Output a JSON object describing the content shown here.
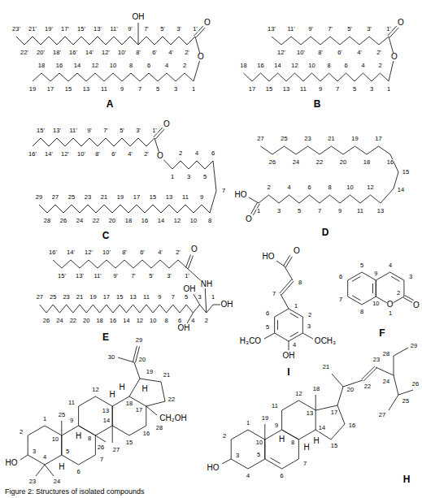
{
  "diagram": {
    "caption": "Figure 2: Structures of isolated compounds",
    "labels": [
      "1'",
      "2'",
      "3'",
      "4'",
      "5'",
      "6'",
      "7'",
      "8'",
      "9'",
      "10'",
      "11'",
      "12'",
      "13'",
      "14'",
      "15'",
      "16'",
      "17'",
      "18'",
      "19'",
      "20'",
      "21'",
      "22'",
      "23'",
      "1",
      "2",
      "3",
      "4",
      "5",
      "6",
      "7",
      "8",
      "9",
      "10",
      "11",
      "12",
      "13",
      "14",
      "15",
      "16",
      "17",
      "18",
      "19",
      "O",
      "O",
      "OH",
      "A",
      "1'",
      "2'",
      "3'",
      "4'",
      "5'",
      "6'",
      "7'",
      "8'",
      "9'",
      "10'",
      "11'",
      "12'",
      "13'",
      "1",
      "2",
      "3",
      "4",
      "5",
      "6",
      "7",
      "8",
      "9",
      "10",
      "11",
      "12",
      "13",
      "14",
      "15",
      "16",
      "17",
      "18",
      "O",
      "O",
      "B",
      "1'",
      "2'",
      "3'",
      "4'",
      "5'",
      "6'",
      "7'",
      "8'",
      "9'",
      "10'",
      "11'",
      "12'",
      "13'",
      "14'",
      "15'",
      "16'",
      "1",
      "2",
      "3",
      "4",
      "5",
      "6",
      "7",
      "8",
      "9",
      "10",
      "11",
      "12",
      "13",
      "14",
      "15",
      "16",
      "17",
      "18",
      "19",
      "20",
      "21",
      "22",
      "23",
      "24",
      "25",
      "26",
      "27",
      "28",
      "29",
      "O",
      "O",
      "C",
      "1",
      "2",
      "3",
      "4",
      "5",
      "6",
      "7",
      "8",
      "9",
      "10",
      "11",
      "12",
      "13",
      "14",
      "15",
      "16",
      "17",
      "18",
      "19",
      "20",
      "21",
      "22",
      "23",
      "24",
      "25",
      "26",
      "27",
      "HO",
      "O",
      "D",
      "1'",
      "2'",
      "3'",
      "4'",
      "5'",
      "6'",
      "7'",
      "8'",
      "9'",
      "10'",
      "11'",
      "12'",
      "13'",
      "14'",
      "15'",
      "16'",
      "1",
      "2",
      "3",
      "4",
      "5",
      "6",
      "7",
      "8",
      "9",
      "10",
      "11",
      "12",
      "13",
      "14",
      "15",
      "16",
      "17",
      "18",
      "19",
      "20",
      "21",
      "22",
      "23",
      "24",
      "25",
      "26",
      "27",
      "O",
      "NH",
      "OH",
      "OH",
      "OH",
      "E",
      "HO",
      "O",
      "7",
      "8",
      "1",
      "2",
      "3",
      "4",
      "5",
      "6",
      "H₃CO",
      "OCH₃",
      "OH",
      "I",
      "O",
      "1",
      "2",
      "3",
      "4",
      "5",
      "6",
      "7",
      "8",
      "9",
      "10",
      "O",
      "F",
      "1",
      "2",
      "3",
      "4",
      "5",
      "6",
      "7",
      "8",
      "9",
      "10",
      "11",
      "12",
      "13",
      "14",
      "15",
      "16",
      "17",
      "18",
      "19",
      "20",
      "21",
      "22",
      "23",
      "24",
      "25",
      "26",
      "27",
      "28",
      "29",
      "30",
      "HO",
      "CH₂OH",
      "H",
      "H",
      "H",
      "H",
      "H",
      "1",
      "2",
      "3",
      "4",
      "5",
      "6",
      "7",
      "8",
      "9",
      "10",
      "11",
      "12",
      "13",
      "14",
      "15",
      "16",
      "17",
      "18",
      "19",
      "20",
      "21",
      "22",
      "23",
      "24",
      "25",
      "26",
      "27",
      "28",
      "29",
      "HO",
      "H",
      "H",
      "H",
      "H"
    ]
  }
}
